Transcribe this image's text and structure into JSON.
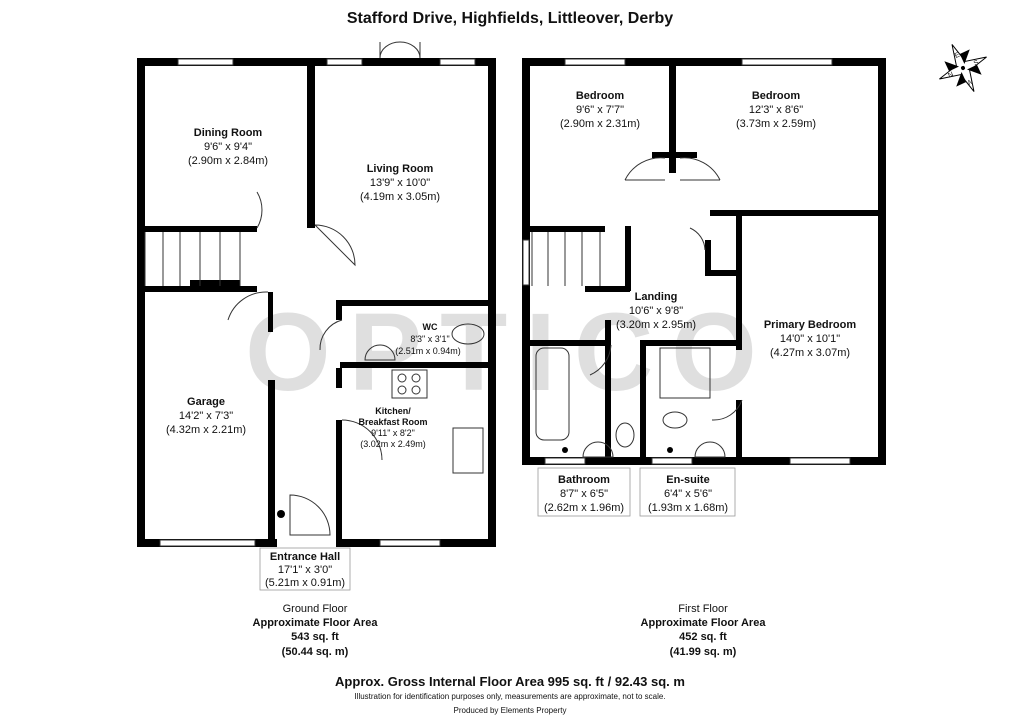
{
  "title": "Stafford Drive, Highfields, Littleover, Derby",
  "compass": {
    "icon": "compass-rose-icon",
    "letters": [
      "N",
      "E",
      "S",
      "W"
    ]
  },
  "watermark": "OPTICO",
  "ground_floor": {
    "rooms": [
      {
        "name": "Dining Room",
        "imperial": "9'6\" x 9'4\"",
        "metric": "(2.90m x 2.84m)"
      },
      {
        "name": "Living Room",
        "imperial": "13'9\" x 10'0\"",
        "metric": "(4.19m x 3.05m)"
      },
      {
        "name": "WC",
        "imperial": "8'3\" x 3'1\"",
        "metric": "(2.51m x 0.94m)"
      },
      {
        "name": "Kitchen/",
        "name2": "Breakfast Room",
        "imperial": "9'11\" x 8'2\"",
        "metric": "(3.02m x 2.49m)"
      },
      {
        "name": "Garage",
        "imperial": "14'2\" x 7'3\"",
        "metric": "(4.32m x 2.21m)"
      },
      {
        "name": "Entrance Hall",
        "imperial": "17'1\" x 3'0\"",
        "metric": "(5.21m x 0.91m)"
      }
    ],
    "label": "Ground Floor",
    "area_label": "Approximate Floor Area",
    "area_sqft": "543 sq. ft",
    "area_sqm": "(50.44 sq. m)"
  },
  "first_floor": {
    "rooms": [
      {
        "name": "Bedroom",
        "imperial": "9'6\" x 7'7\"",
        "metric": "(2.90m x 2.31m)"
      },
      {
        "name": "Bedroom",
        "imperial": "12'3\" x 8'6\"",
        "metric": "(3.73m x 2.59m)"
      },
      {
        "name": "Landing",
        "imperial": "10'6\" x 9'8\"",
        "metric": "(3.20m x 2.95m)"
      },
      {
        "name": "Primary Bedroom",
        "imperial": "14'0\" x 10'1\"",
        "metric": "(4.27m x 3.07m)"
      },
      {
        "name": "Bathroom",
        "imperial": "8'7\" x 6'5\"",
        "metric": "(2.62m x 1.96m)"
      },
      {
        "name": "En-suite",
        "imperial": "6'4\" x 5'6\"",
        "metric": "(1.93m x 1.68m)"
      }
    ],
    "label": "First Floor",
    "area_label": "Approximate Floor Area",
    "area_sqft": "452 sq. ft",
    "area_sqm": "(41.99 sq. m)"
  },
  "footer": {
    "gross": "Approx. Gross Internal Floor Area 995 sq. ft / 92.43 sq. m",
    "disclaimer": "Illustration for identification purposes only, measurements are approximate, not to scale.",
    "producer": "Produced by Elements Property"
  }
}
